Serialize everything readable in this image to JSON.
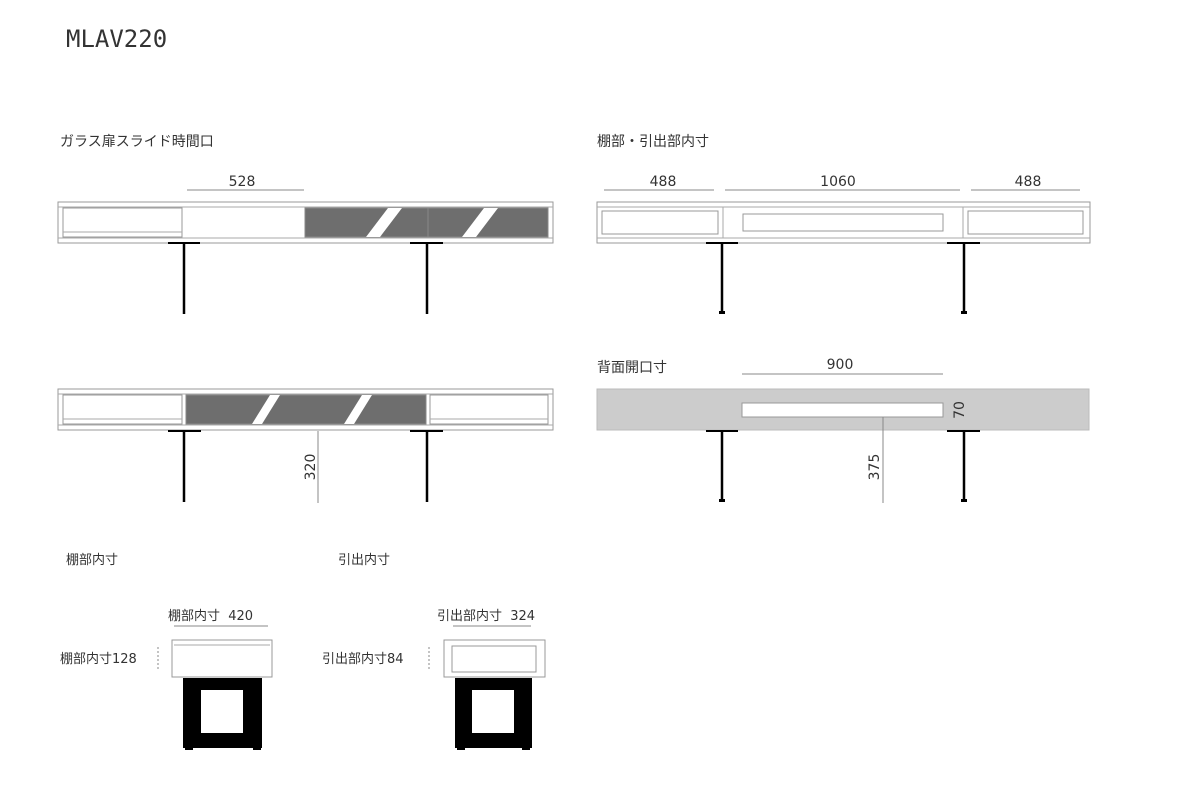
{
  "title": "MLAV220",
  "sections": {
    "glass_slide": {
      "label": "ガラス扉スライド時間口",
      "width_dim": "528"
    },
    "shelf_drawer": {
      "label": "棚部・引出部内寸",
      "dims": [
        "488",
        "1060",
        "488"
      ]
    },
    "front_closed": {
      "height_dim": "320"
    },
    "back_opening": {
      "label": "背面開口寸",
      "width_dim": "900",
      "height_dim": "70",
      "floor_dim": "375"
    },
    "shelf_inner": {
      "label": "棚部内寸",
      "width_label": "棚部内寸  420",
      "height_label": "棚部内寸128"
    },
    "drawer_inner": {
      "label": "引出内寸",
      "width_label": "引出部内寸  324",
      "height_label": "引出部内寸84"
    }
  },
  "colors": {
    "glass": "#6e6e6e",
    "back_panel": "#cccccc",
    "legs": "#000000"
  }
}
